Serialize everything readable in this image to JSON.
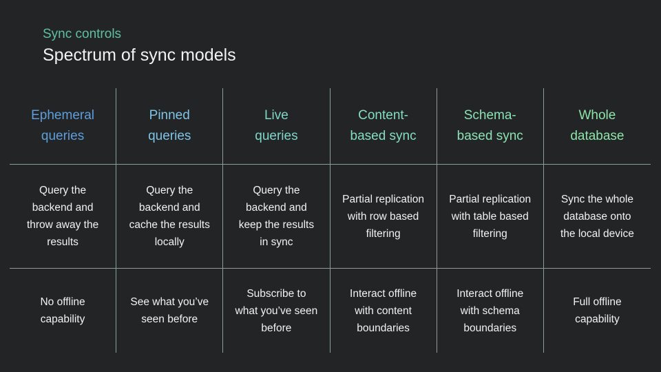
{
  "slide": {
    "eyebrow": "Sync controls",
    "title": "Spectrum of sync models",
    "background_color": "#232426",
    "eyebrow_color": "#5ec0a1",
    "title_color": "#f2f2f2",
    "grid_line_color": "#8d9e99",
    "body_text_color": "#f2f2f3"
  },
  "table": {
    "columns": [
      {
        "header": "Ephemeral\nqueries",
        "header_color": "#5d9edb",
        "description": "Query the\nbackend and\nthrow away the\nresults",
        "offline_capability": "No offline\ncapability"
      },
      {
        "header": "Pinned\nqueries",
        "header_color": "#7ec5e6",
        "description": "Query the\nbackend and\ncache the results\nlocally",
        "offline_capability": "See what you’ve\nseen before"
      },
      {
        "header": "Live\nqueries",
        "header_color": "#7ed7c8",
        "description": "Query the\nbackend and\nkeep the results\nin sync",
        "offline_capability": "Subscribe to\nwhat you’ve seen\nbefore"
      },
      {
        "header": "Content-\nbased sync",
        "header_color": "#84dec2",
        "description": "Partial replication\nwith row based\nfiltering",
        "offline_capability": "Interact offline\nwith content\nboundaries"
      },
      {
        "header": "Schema-\nbased sync",
        "header_color": "#8ae2b4",
        "description": "Partial replication\nwith table based\nfiltering",
        "offline_capability": "Interact offline\nwith schema\nboundaries"
      },
      {
        "header": "Whole\ndatabase",
        "header_color": "#8de5a9",
        "description": "Sync the whole\ndatabase onto\nthe local device",
        "offline_capability": "Full offline\ncapability"
      }
    ]
  }
}
